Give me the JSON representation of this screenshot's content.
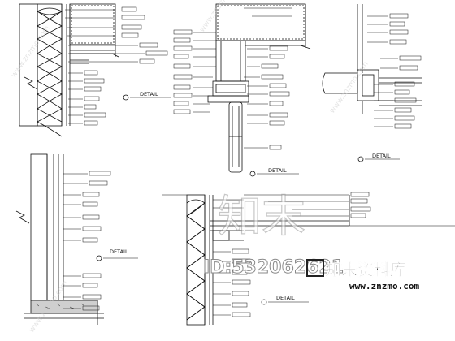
{
  "details": {
    "detail_label": "DETAIL"
  },
  "watermark": {
    "id_text": "ID:532062621",
    "brand_cn": "知末资料库",
    "site": "www.znzmo.com",
    "large_chars": "知末",
    "diag_site": "www.znzmo.com"
  },
  "colors": {
    "ink": "#111111",
    "paper": "#ffffff",
    "watermark": "#bdbdbd"
  }
}
